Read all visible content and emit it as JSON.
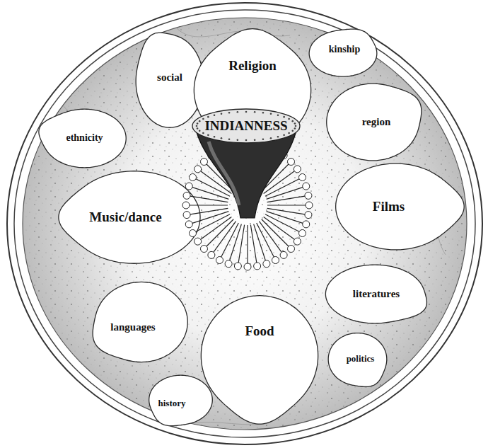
{
  "diagram": {
    "nodes": [
      {
        "text": [
          "social"
        ]
      },
      {
        "text": [
          "Religion"
        ]
      },
      {
        "text": [
          "kinship"
        ]
      },
      {
        "text": [
          "ethnicity"
        ]
      },
      {
        "text": [
          "region"
        ]
      },
      {
        "text": [
          "INDIANNESS"
        ]
      },
      {
        "text": [
          "Music/dance"
        ]
      },
      {
        "text": [
          "Films"
        ]
      },
      {
        "text": [
          "languages"
        ]
      },
      {
        "text": [
          "literatures"
        ]
      },
      {
        "text": [
          "Food"
        ]
      },
      {
        "text": [
          "history"
        ]
      },
      {
        "text": [
          "politics"
        ]
      }
    ]
  }
}
